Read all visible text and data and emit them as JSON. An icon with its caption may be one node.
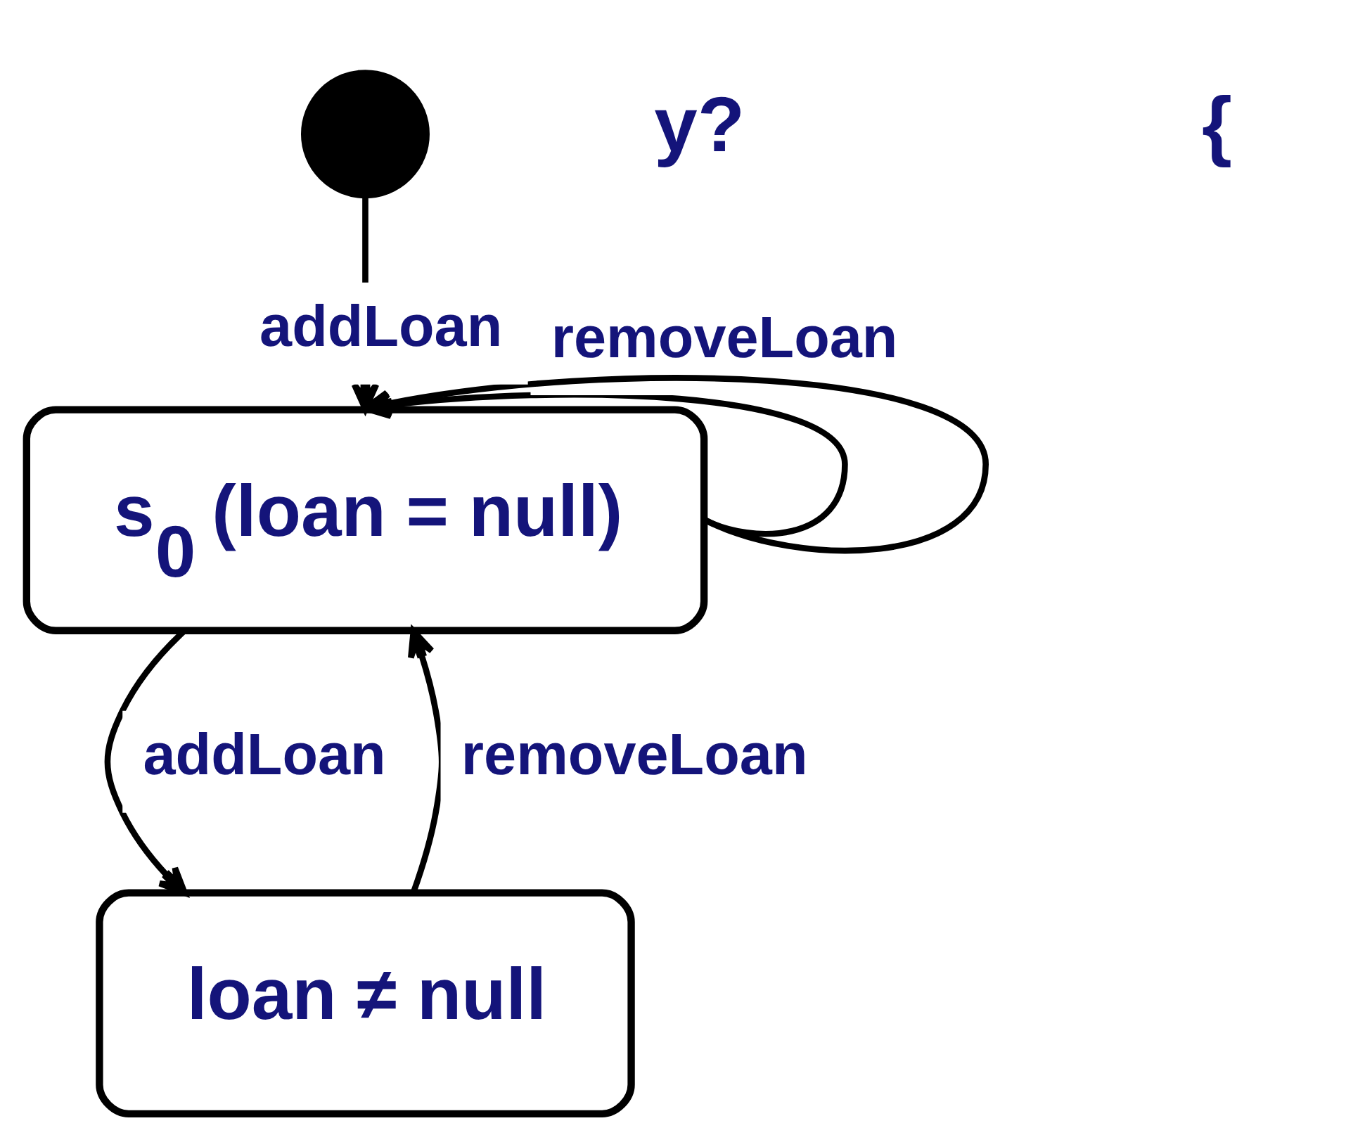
{
  "diagram": {
    "nodes": [
      {
        "text": [],
        "shape": "circle"
      },
      {
        "text": [
          "s$_{0}$ (loan = null)"
        ]
      },
      {
        "text": [
          "loan ≠ null"
        ]
      }
    ],
    "edges": [
      {
        "from": 0,
        "to": 1,
        "arrow": "to"
      },
      {
        "from": 1,
        "to": 1,
        "arrow": "to",
        "label": "removeLoan"
      },
      {
        "from": 1,
        "to": 1,
        "arrow": "to",
        "label": "addLoan"
      },
      {
        "from": 1,
        "to": 2,
        "arrow": "to",
        "label": "addLoan"
      },
      {
        "from": 2,
        "to": 1,
        "arrow": "to",
        "label": "removeLoan"
      }
    ],
    "labels": [
      "y?",
      "{"
    ]
  }
}
